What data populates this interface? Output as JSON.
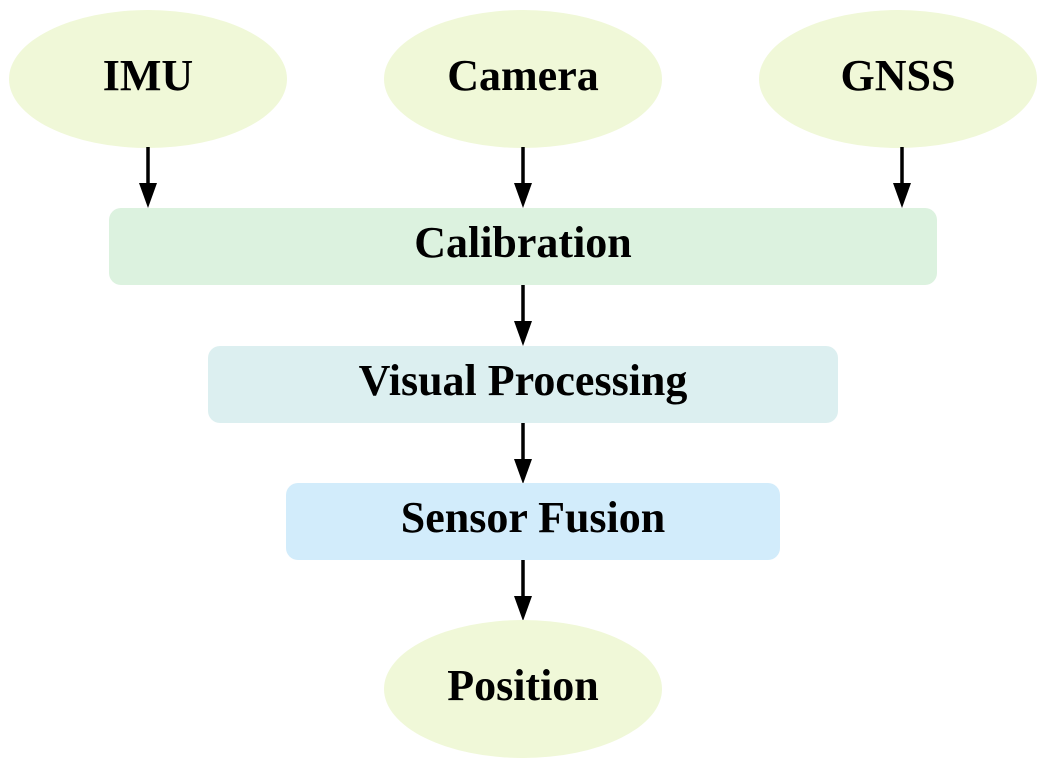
{
  "nodes": {
    "imu": {
      "label": "IMU",
      "color": "#f0f8d8"
    },
    "camera": {
      "label": "Camera",
      "color": "#f0f8d8"
    },
    "gnss": {
      "label": "GNSS",
      "color": "#f0f8d8"
    },
    "calibration": {
      "label": "Calibration",
      "color": "#dcf2df"
    },
    "visual_processing": {
      "label": "Visual Processing",
      "color": "#dceff0"
    },
    "sensor_fusion": {
      "label": "Sensor Fusion",
      "color": "#d2ecfb"
    },
    "position": {
      "label": "Position",
      "color": "#f0f8d8"
    }
  },
  "edges": [
    {
      "from": "imu",
      "to": "calibration"
    },
    {
      "from": "camera",
      "to": "calibration"
    },
    {
      "from": "gnss",
      "to": "calibration"
    },
    {
      "from": "calibration",
      "to": "visual_processing"
    },
    {
      "from": "visual_processing",
      "to": "sensor_fusion"
    },
    {
      "from": "sensor_fusion",
      "to": "position"
    }
  ],
  "colors": {
    "arrow": "#000000",
    "text": "#000000"
  }
}
